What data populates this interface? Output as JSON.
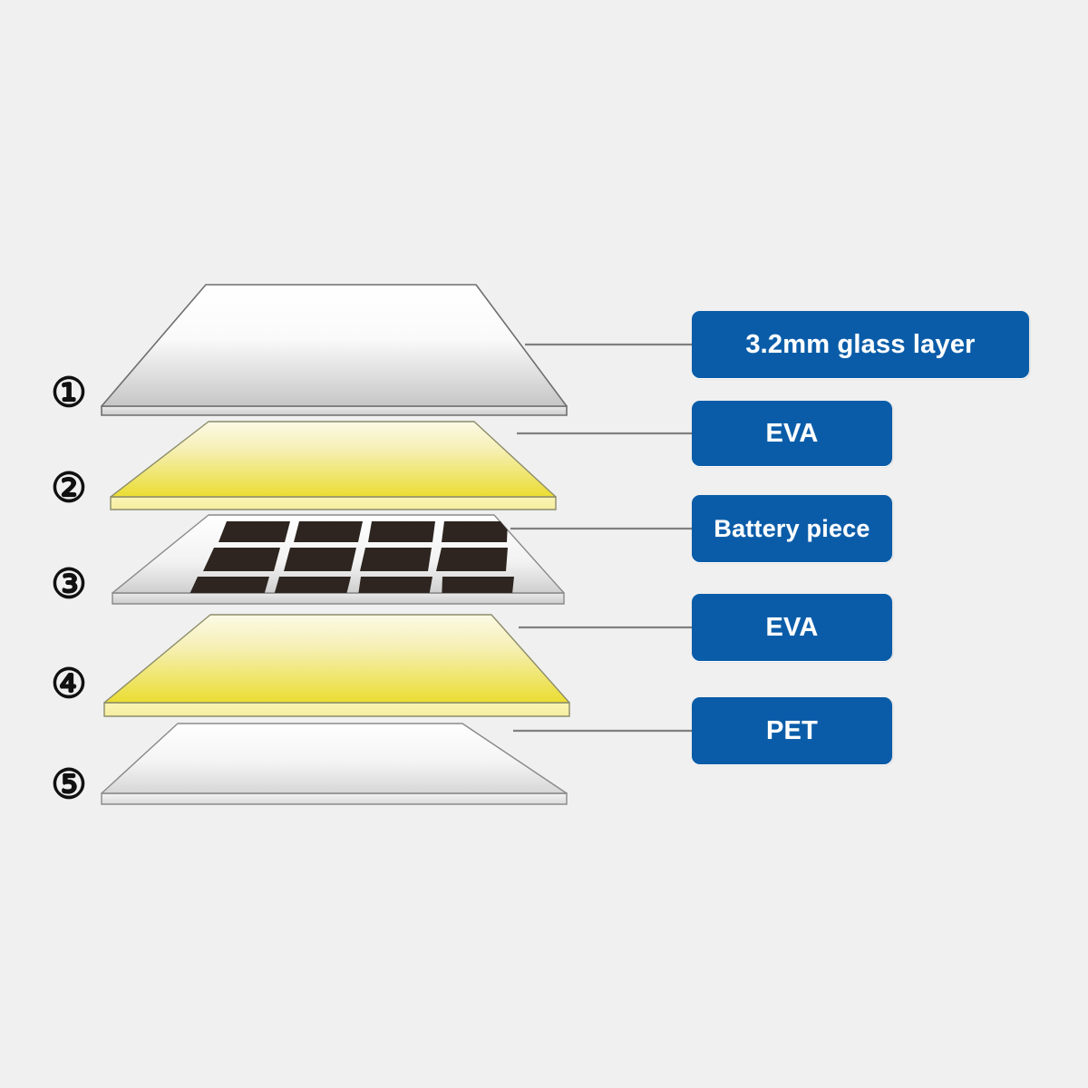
{
  "figure": {
    "title": "Photovoltaic module layer stack exploded diagram",
    "background_color": "#f0f0f0",
    "accent_color": "#0a5ca8",
    "label_text_color": "#ffffff"
  },
  "steps": [
    {
      "marker": "①",
      "name": "step-1"
    },
    {
      "marker": "②",
      "name": "step-2"
    },
    {
      "marker": "③",
      "name": "step-3"
    },
    {
      "marker": "④",
      "name": "step-4"
    },
    {
      "marker": "⑤",
      "name": "step-5"
    }
  ],
  "layers": [
    {
      "index": 1,
      "label": "3.2mm glass layer",
      "material": "glass",
      "fill_top": "#ffffff",
      "fill_bottom": "#c9c9c9",
      "edge_color": "#d8d8d8",
      "stroke": "#6f6f6f"
    },
    {
      "index": 2,
      "label": "EVA",
      "material": "eva-encapsulant",
      "fill_top": "#fbf8e0",
      "fill_bottom": "#ecdf3c",
      "edge_color": "#f7f0a8",
      "stroke": "#8c8c6a"
    },
    {
      "index": 3,
      "label": "Battery piece",
      "material": "solar-cell-array",
      "fill_top": "#ffffff",
      "fill_bottom": "#d3d3d3",
      "edge_color": "#dcdcdc",
      "stroke": "#8a8a8a",
      "cell_color": "#2e2520",
      "cell_grid_cols": 4,
      "cell_grid_rows": 3
    },
    {
      "index": 4,
      "label": "EVA",
      "material": "eva-encapsulant",
      "fill_top": "#fbf8e0",
      "fill_bottom": "#ecdf3c",
      "edge_color": "#f7f0a8",
      "stroke": "#8c8c6a"
    },
    {
      "index": 5,
      "label": "PET",
      "material": "pet-backsheet",
      "fill_top": "#ffffff",
      "fill_bottom": "#dcdcdc",
      "edge_color": "#e4e4e4",
      "stroke": "#8a8a8a"
    }
  ],
  "leader_lines": {
    "color": "#808080",
    "count": 5
  }
}
